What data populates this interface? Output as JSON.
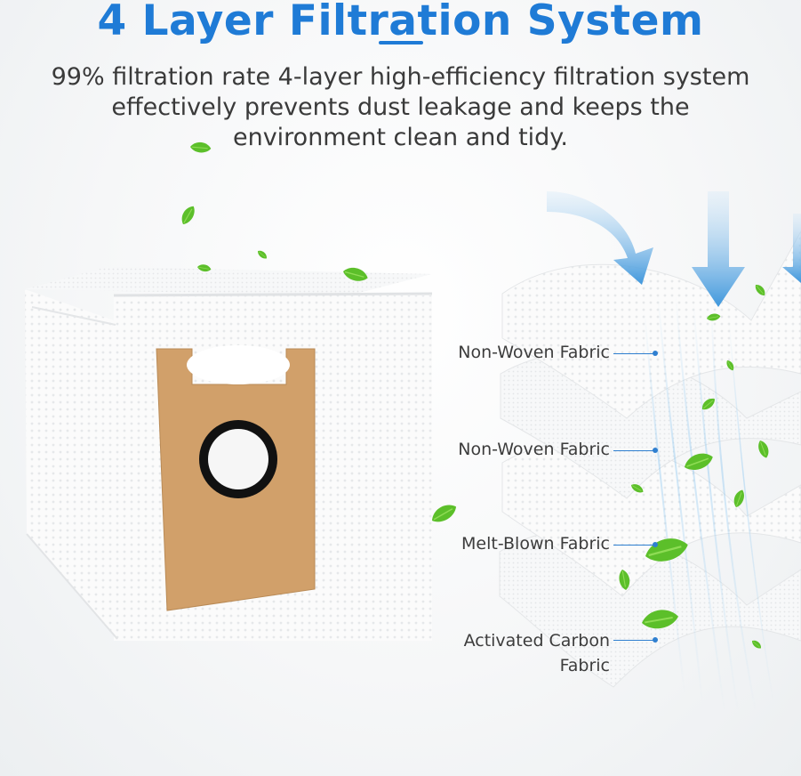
{
  "header": {
    "title": "4 Layer Filtration System",
    "subtitle": "99% filtration rate 4-layer high-efficiency filtration system effectively prevents dust leakage and keeps the environment clean and tidy."
  },
  "layers": [
    {
      "label": "Non-Woven Fabric"
    },
    {
      "label": "Non-Woven Fabric"
    },
    {
      "label": "Melt-Blown Fabric"
    },
    {
      "label": "Activated Carbon Fabric",
      "line1": "Activated Carbon",
      "line2": "Fabric"
    }
  ],
  "icons": [
    "leaf-icon",
    "airflow-arrow-icon"
  ],
  "colors": {
    "title": "#1f7bd6",
    "arrow": "#3f97dc",
    "leaf": "#5cbf2a",
    "cardboard": "#d1a06a",
    "leader": "#2f7fd0"
  }
}
